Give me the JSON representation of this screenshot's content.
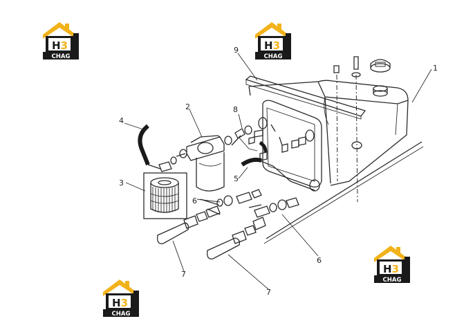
{
  "logo": {
    "mark": "H3",
    "text": "CHAG",
    "colors": {
      "roof": "#f2b21a",
      "body": "#1a1a1a",
      "mark": "#ffffff",
      "mark_accent": "#f2b21a",
      "band": "#1a1a1a",
      "band_text": "#ffffff"
    }
  },
  "callouts": [
    {
      "id": "c1",
      "label": "1"
    },
    {
      "id": "c2",
      "label": "2"
    },
    {
      "id": "c3",
      "label": "3"
    },
    {
      "id": "c4",
      "label": "4"
    },
    {
      "id": "c5",
      "label": "5"
    },
    {
      "id": "c6a",
      "label": "6"
    },
    {
      "id": "c6b",
      "label": "6"
    },
    {
      "id": "c7a",
      "label": "7"
    },
    {
      "id": "c7b",
      "label": "7"
    },
    {
      "id": "c8",
      "label": "8"
    },
    {
      "id": "c9",
      "label": "9"
    }
  ]
}
